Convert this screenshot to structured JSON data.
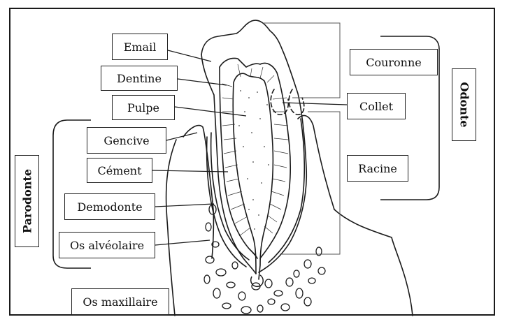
{
  "labels": {
    "email": "Email",
    "dentine": "Dentine",
    "pulpe": "Pulpe",
    "gencive": "Gencive",
    "cement": "Cément",
    "demodonte": "Demodonte",
    "os_alveolaire": "Os alvéolaire",
    "os_maxillaire": "Os maxillaire",
    "couronne": "Couronne",
    "collet": "Collet",
    "racine": "Racine"
  },
  "groups": {
    "parodonte": "Parodonte",
    "odonte": "Odonte"
  }
}
